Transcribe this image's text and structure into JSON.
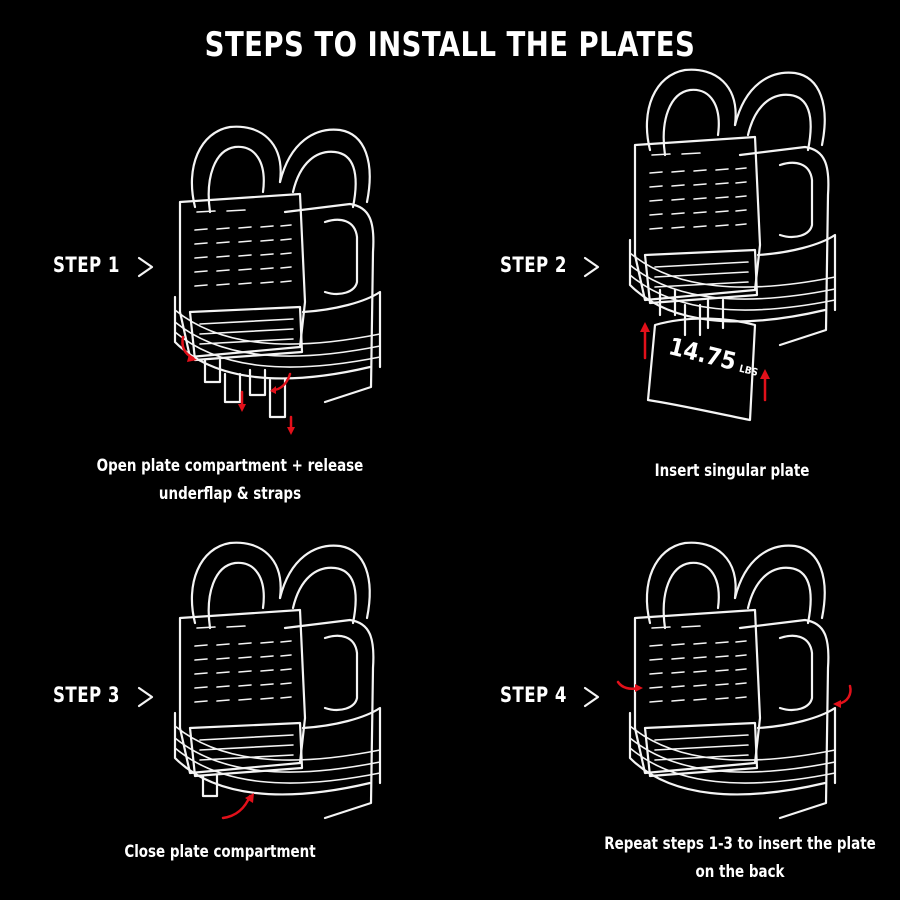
{
  "title": "STEPS TO INSTALL THE PLATES",
  "steps": [
    {
      "label": "STEP 1",
      "caption_lines": [
        "Open plate compartment + release",
        "underflap & straps"
      ]
    },
    {
      "label": "STEP 2",
      "caption_lines": [
        "Insert singular plate"
      ],
      "plate_weight": "14.75",
      "plate_unit": "LBS"
    },
    {
      "label": "STEP 3",
      "caption_lines": [
        "Close plate compartment"
      ]
    },
    {
      "label": "STEP 4",
      "caption_lines": [
        "Repeat steps 1-3 to insert the plate",
        "on the back"
      ]
    }
  ],
  "icons": {
    "step_arrow": "chevron-right-icon",
    "vest": "weight-vest-icon",
    "motion": "red-arrow-icon"
  },
  "colors": {
    "background": "#000000",
    "line": "#f4f4f4",
    "accent": "#e2101a"
  }
}
